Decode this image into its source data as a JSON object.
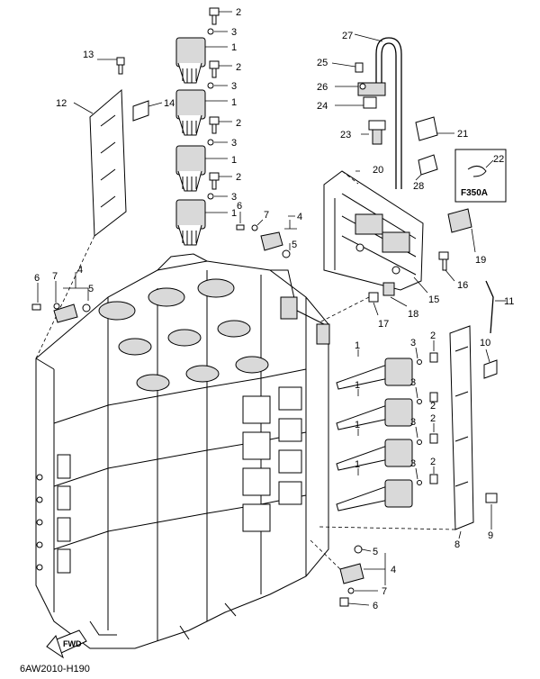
{
  "diagram_code": "6AW2010-H190",
  "fwd_label": "FWD",
  "inset_label": "F350A",
  "callouts": {
    "c1a": "1",
    "c2a": "2",
    "c3a": "3",
    "c1b": "1",
    "c2b": "2",
    "c3b": "3",
    "c1c": "1",
    "c2c": "2",
    "c3c": "3",
    "c1d": "1",
    "c2d": "2",
    "c3d": "3",
    "c13": "13",
    "c12": "12",
    "c14": "14",
    "c6a": "6",
    "c7a": "7",
    "c4a": "4",
    "c5a": "5",
    "c6b": "6",
    "c7b": "7",
    "c4b": "4",
    "c5b": "5",
    "c27": "27",
    "c25": "25",
    "c26": "26",
    "c24": "24",
    "c23": "23",
    "c21": "21",
    "c22": "22",
    "c20": "20",
    "c28": "28",
    "c19": "19",
    "c16": "16",
    "c15": "15",
    "c17": "17",
    "c18": "18",
    "c11": "11",
    "c1e": "1",
    "c3e": "3",
    "c2e": "2",
    "c1f": "1",
    "c3f": "3",
    "c2f": "2",
    "c1g": "1",
    "c3g": "3",
    "c2g": "2",
    "c1h": "1",
    "c3h": "3",
    "c2h": "2",
    "c10": "10",
    "c8": "8",
    "c9": "9",
    "c5c": "5",
    "c4c": "4",
    "c7c": "7",
    "c6c": "6"
  }
}
